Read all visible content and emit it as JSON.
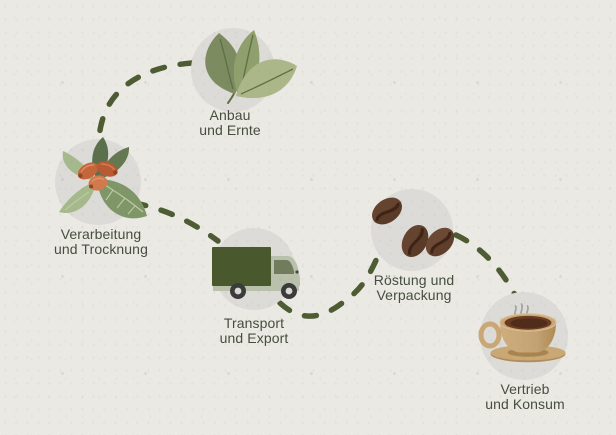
{
  "diagram": {
    "subject": "coffee process flow",
    "connector": {
      "style": "dashed",
      "color": "#4e5c33"
    },
    "steps": [
      {
        "icon": "leaves-icon",
        "label": [
          "Anbau",
          "und Ernte"
        ]
      },
      {
        "icon": "coffee-cherries-icon",
        "label": [
          "Verarbeitung",
          "und Trocknung"
        ]
      },
      {
        "icon": "delivery-truck-icon",
        "label": [
          "Transport",
          "und Export"
        ]
      },
      {
        "icon": "coffee-beans-icon",
        "label": [
          "Röstung und",
          "Verpackung"
        ]
      },
      {
        "icon": "coffee-cup-icon",
        "label": [
          "Vertrieb",
          "und Konsum"
        ]
      }
    ]
  },
  "colors": {
    "background": "#ebe9e3",
    "circle_fill": "#dcdbd7",
    "dash_green": "#4e5c33",
    "label_text": "#454e3f",
    "leaf_dark": "#7d8b60",
    "leaf_mid": "#90a06c",
    "leaf_light": "#acb789",
    "leaf_vein": "#5f7148",
    "cherry_leaf_dark": "#5b6f4c",
    "cherry_leaf_mid": "#7f9768",
    "cherry_leaf_light": "#a6b98d",
    "cherry_vein_light": "#bcca9f",
    "cherry_orange": "#c4663c",
    "cherry_orange_light": "#d07a4e",
    "cherry_orange_dark": "#94451f",
    "truck_box": "#4a582d",
    "truck_cab": "#b9c1ad",
    "truck_window": "#717c5c",
    "wheel_dark": "#3b3b3b",
    "wheel_hub": "#d9d8d4",
    "bean_brown": "#64432f",
    "bean_dark": "#3f2416",
    "cup_tan": "#c9a876",
    "cup_tan_dark": "#b28c58",
    "cup_shadow": "#a8854f",
    "coffee_dark": "#502d1a",
    "coffee_mid": "#6b3b22",
    "steam_gray": "#a3a2a0"
  }
}
